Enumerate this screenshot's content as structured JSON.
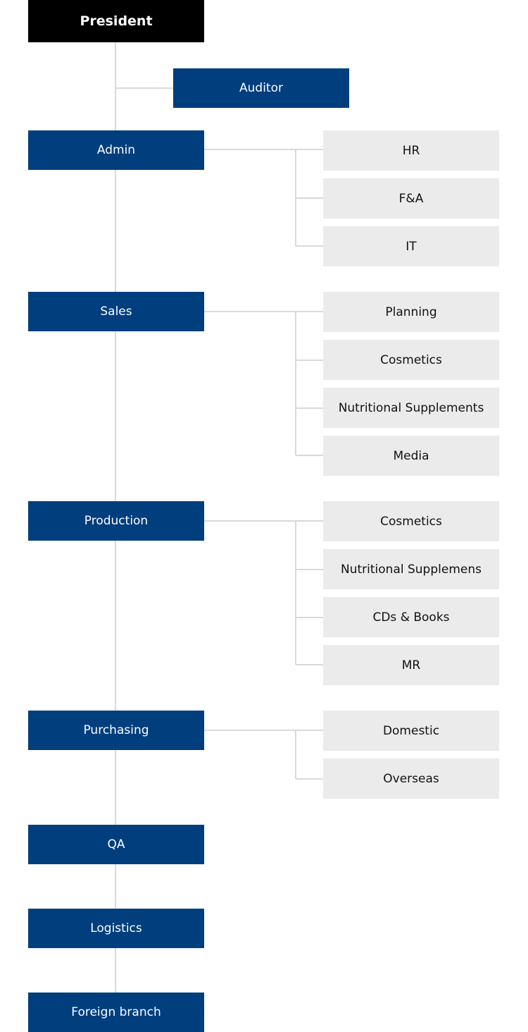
{
  "colors": {
    "president": "#000000",
    "department": "#003e7e",
    "team": "#ebebeb",
    "connector": "#d9d9d9"
  },
  "president": {
    "label": "President"
  },
  "auditor": {
    "label": "Auditor"
  },
  "departments": [
    {
      "id": "admin",
      "label": "Admin",
      "teams": [
        "HR",
        "F&A",
        "IT"
      ]
    },
    {
      "id": "sales",
      "label": "Sales",
      "teams": [
        "Planning",
        "Cosmetics",
        "Nutritional Supplements",
        "Media"
      ]
    },
    {
      "id": "production",
      "label": "Production",
      "teams": [
        "Cosmetics",
        "Nutritional Supplemens",
        "CDs & Books",
        "MR"
      ]
    },
    {
      "id": "purchasing",
      "label": "Purchasing",
      "teams": [
        "Domestic",
        "Overseas"
      ]
    },
    {
      "id": "qa",
      "label": "QA",
      "teams": []
    },
    {
      "id": "logistics",
      "label": "Logistics",
      "teams": []
    },
    {
      "id": "foreign-branch",
      "label": "Foreign branch",
      "teams": []
    }
  ]
}
